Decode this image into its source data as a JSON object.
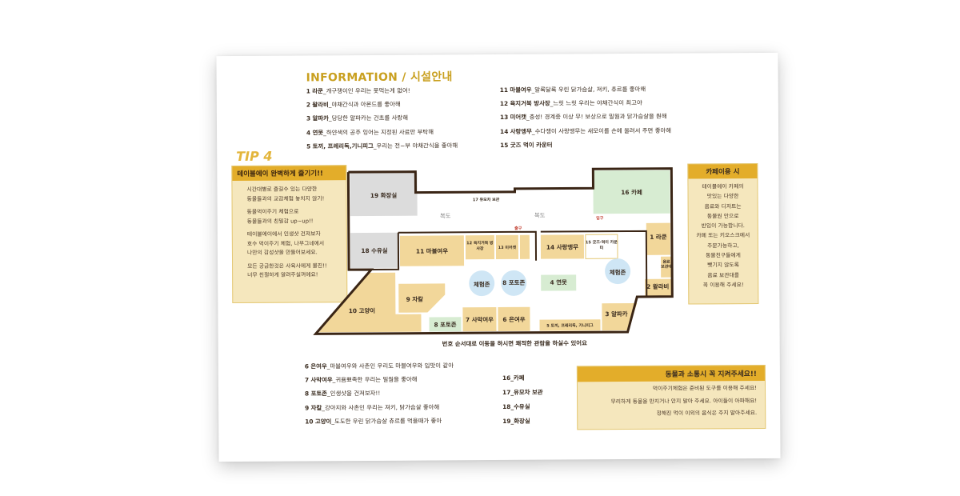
{
  "info": {
    "title_en": "INFORMATION",
    "title_ko": "/ 시설안내"
  },
  "left_list": [
    {
      "num": "1",
      "name": "라쿤",
      "desc": "_개구쟁이인 우리는 못먹는게 없어!"
    },
    {
      "num": "2",
      "name": "왈라비",
      "desc": "_야채간식과 아몬드를 좋아해"
    },
    {
      "num": "3",
      "name": "알파카",
      "desc": "_당당한 알파카는 건초를 사랑해"
    },
    {
      "num": "4",
      "name": "연못",
      "desc": "_하얀색의 공주 잉어는 지정된 사료만 부탁해"
    },
    {
      "num": "5",
      "name": "토끼, 프레리독,기니피그",
      "desc": "_우리는 전~부 야채간식을 좋아해"
    }
  ],
  "right_list": [
    {
      "num": "11",
      "name": "마블여우",
      "desc": "_알록달록 우린 닭가슴살, 져키, 츄르를 좋아해"
    },
    {
      "num": "12",
      "name": "육지거북 방사장",
      "desc": "_느릿 느릿 우리는 야채간식이 최고야"
    },
    {
      "num": "13",
      "name": "미어캣",
      "desc": "_충성! 경계중 이상 무! 보상으로 밀웜과 닭가슴살을 원해"
    },
    {
      "num": "14",
      "name": "사랑앵무",
      "desc": "_수다쟁이 사랑앵무는 새모이를 손에 올려서 주면 좋아해"
    },
    {
      "num": "15",
      "name": "굿즈 먹이 카운터",
      "desc": ""
    }
  ],
  "bottom_left_list": [
    {
      "num": "6",
      "name": "은여우",
      "desc": "_마블여우와 사촌인 우리도 마블여우와 입맛이 같아"
    },
    {
      "num": "7",
      "name": "사막여우",
      "desc": "_귀욤뾰족한 우리는 밀웜을 좋아해"
    },
    {
      "num": "8",
      "name": "포토존",
      "desc": "_인생샷을 건져보자!!"
    },
    {
      "num": "9",
      "name": "자칼",
      "desc": "_강아지와 사촌인 우리는 져키, 닭가슴살 좋아해"
    },
    {
      "num": "10",
      "name": "고양이",
      "desc": "_도도한 우린 닭가슴살 츄르를 먹을때가 좋아"
    }
  ],
  "bottom_mid_list": [
    "16_카페",
    "17_유모차 보관",
    "18_수유실",
    "19_화장실"
  ],
  "tip": {
    "label": "TIP 4",
    "header": "테이블에이 완벽하게 즐기기!!",
    "lines": [
      "시간대별로 즐길수 있는 다양한",
      "동물들과의 교감체험 놓치지 않기!",
      "",
      "동물먹이주기 체험으로",
      "동물들과의 친밀감 up~up!!",
      "",
      "테이블에이에서 인생샷 건져보자",
      "호수 먹이주기 체험, 나무그네에서",
      "나만의 감성샷을 만들어보세요.",
      "",
      "모든 궁금한것은 사육사에게 물진!!",
      "너무 친절하게 알려주실꺼에요!"
    ]
  },
  "cafe": {
    "header": "카페이용 시",
    "lines": [
      "테이블에이 카페의",
      "맛있는 다양한",
      "음료와 디저트는",
      "동물원 안으로",
      "반입이 가능합니다.",
      "카페 또는 키오스크에서",
      "주문가능하고,",
      "동물친구들에게",
      "뺏기지 않도록",
      "음료 보관대를",
      "꼭 이용해 주세요!"
    ]
  },
  "communication": {
    "header": "동물과 소통시 꼭 지켜주세요!!",
    "lines": [
      "먹이주기체험은 준비된 도구를 이용해 주세요!",
      "무리하게 동물을 만지거나 안지 말아 주세요. 아이들이 아파해요!",
      "정해진 먹이 이외의 음식은 주지 말아주세요."
    ]
  },
  "map": {
    "zones": {
      "z19": "19 화장실",
      "z17": "17 유모차 보관",
      "z16": "16 카페",
      "z18": "18 수유실",
      "z11": "11 마블여우",
      "z12": "12 육지거북 방사장",
      "z13": "13 미어캣",
      "z14": "14 사랑앵무",
      "z15": "15 굿즈·먹이 카운터",
      "z1": "1 라쿤",
      "z2": "2 왈라비",
      "z3": "3 알파카",
      "z4": "4 연못",
      "z5": "5 토끼, 프레리독, 기니피그",
      "z6": "6 은여우",
      "z7": "7 사막여우",
      "z8": "8 포토존",
      "z8b": "8 포토존",
      "z9": "9 자칼",
      "z10": "10 고양이",
      "exp1": "체험존",
      "exp2": "체험존",
      "corridor1": "복도",
      "corridor2": "복도",
      "exit": "출구",
      "entrance": "입구",
      "storage": "음료 보관대"
    },
    "route_note": "번호 순서대로 이동을 하시면 쾌적한 관람을 하실수 있어요"
  },
  "colors": {
    "accent": "#e3ad2a",
    "light": "#f5e7bd",
    "zone_yellow": "#f2d79a",
    "zone_green": "#d7ecd2",
    "zone_gray": "#dcdcdc",
    "zone_blue": "#cfe6f5"
  }
}
